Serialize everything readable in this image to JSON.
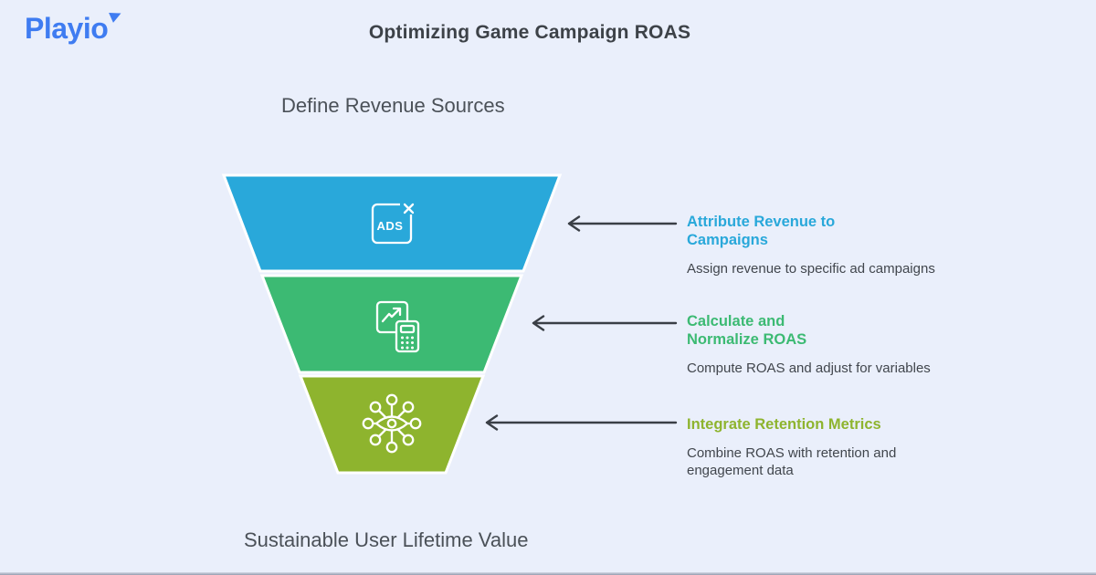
{
  "page": {
    "logo_text": "Playio",
    "logo_color": "#3f7cf1",
    "title": "Optimizing Game Campaign ROAS",
    "background_color": "#eaeffb"
  },
  "funnel": {
    "top_label": "Define Revenue Sources",
    "bottom_label": "Sustainable User Lifetime Value",
    "stages": [
      {
        "name": "Attribute Revenue to Campaigns",
        "description": "Assign revenue to specific ad campaigns",
        "color": "#29a8da",
        "icon": "ads-blocked-icon",
        "icon_text": "ADS"
      },
      {
        "name": "Calculate and Normalize ROAS",
        "description": "Compute ROAS and adjust for variables",
        "color": "#3cba73",
        "icon": "chart-calculator-icon",
        "icon_text": ""
      },
      {
        "name": "Integrate Retention Metrics",
        "description": "Combine ROAS with retention and engagement data",
        "color": "#8eb42e",
        "icon": "eye-network-icon",
        "icon_text": ""
      }
    ],
    "arrow_color": "#3a3f46"
  }
}
